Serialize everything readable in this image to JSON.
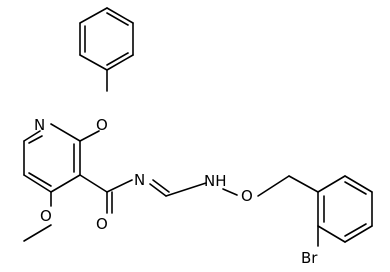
{
  "molecule": {
    "atoms": {
      "n_pyridine": "N",
      "o_phenoxy": "O",
      "o_methoxy": "O",
      "o_carbonyl": "O",
      "n_imine": "N",
      "nh_amine": "NH",
      "o_oxyamine": "O",
      "br": "Br"
    }
  }
}
